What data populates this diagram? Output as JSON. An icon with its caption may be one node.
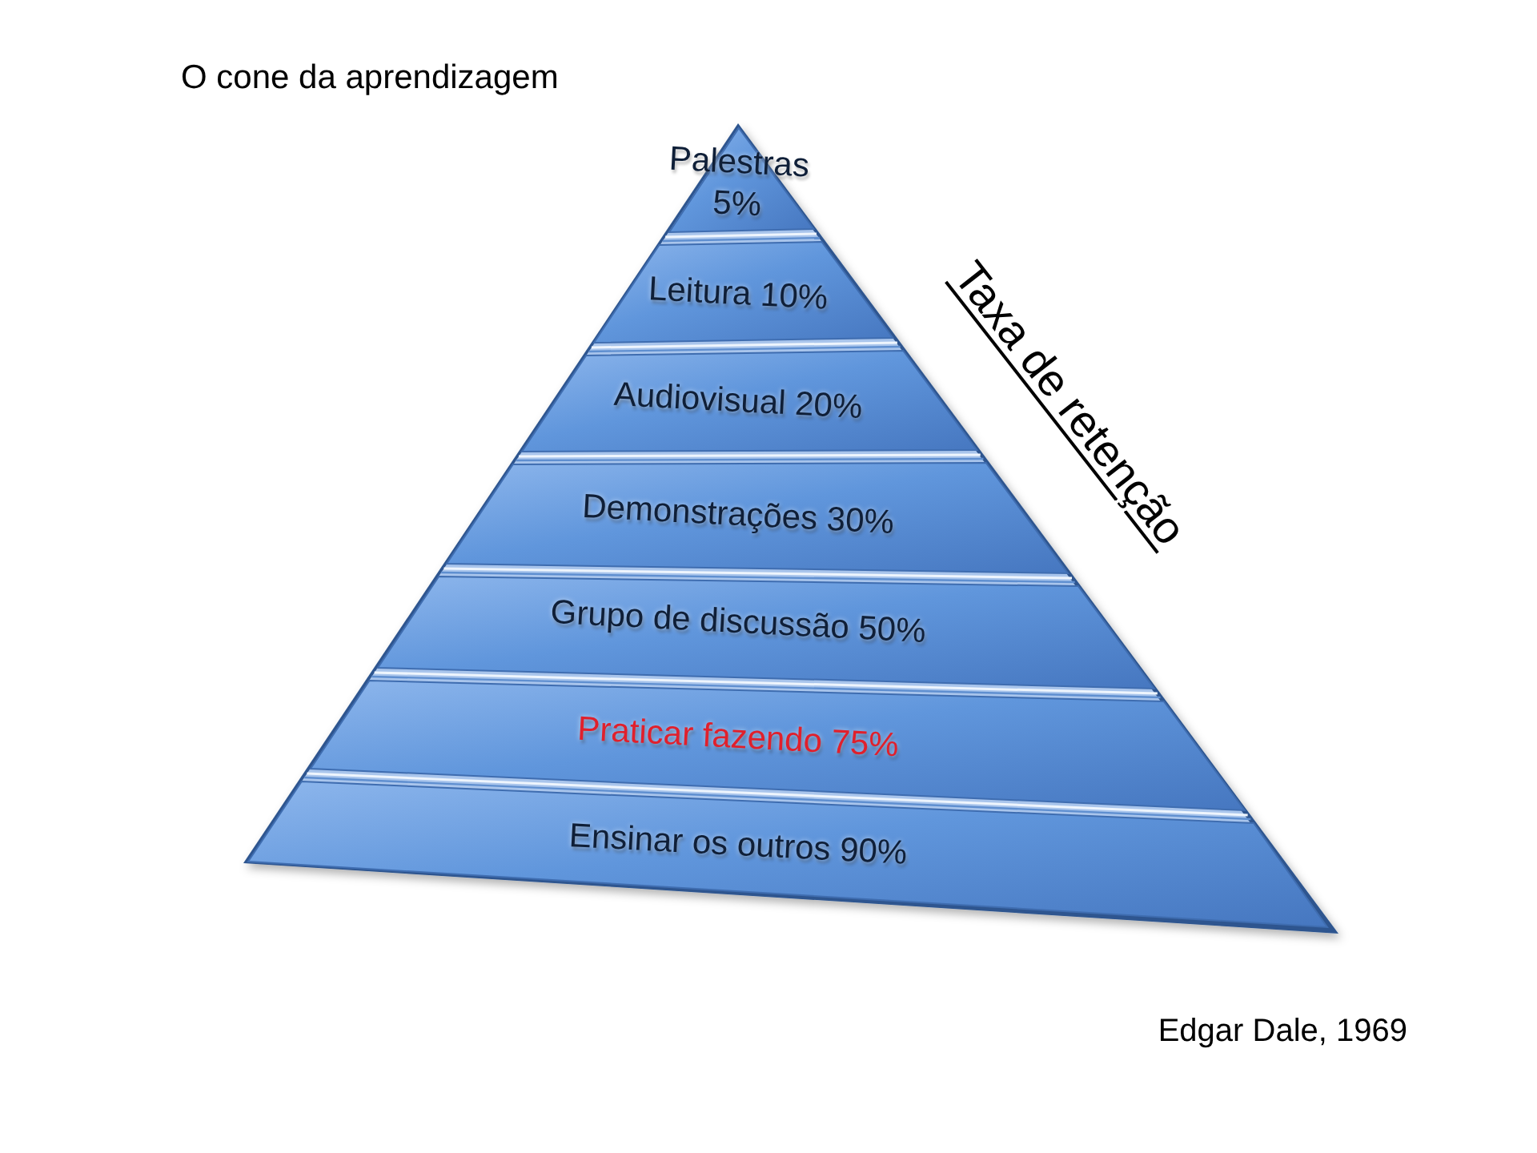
{
  "diagram": {
    "title": "O cone da aprendizagem",
    "caption": "Edgar Dale, 1969",
    "nodes": [
      {
        "text": [
          "Palestras 5%"
        ]
      },
      {
        "text": [
          "Leitura 10%"
        ]
      },
      {
        "text": [
          "Audiovisual 20%"
        ]
      },
      {
        "text": [
          "Demonstrações 30%"
        ]
      },
      {
        "text": [
          "Grupo de discussão 50%"
        ]
      },
      {
        "text": [
          "Praticar fazendo 75%"
        ]
      },
      {
        "text": [
          "Ensinar os outros 90%"
        ]
      }
    ],
    "labels": [
      "Taxa de retenção"
    ]
  }
}
